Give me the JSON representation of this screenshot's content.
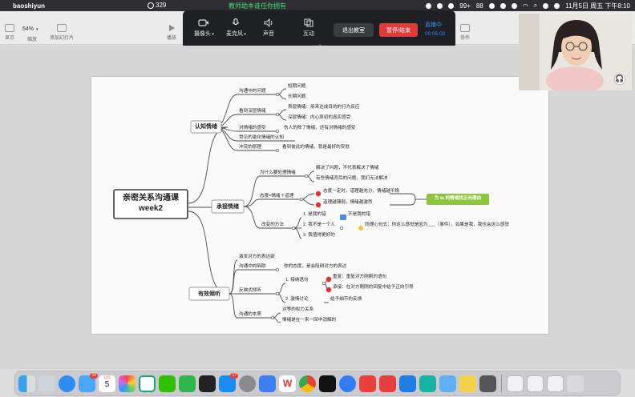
{
  "menubar": {
    "app_name": "baoshiyun",
    "stat_count": "329",
    "meeting_title": "教师助本谁任你拥有",
    "battery_label": "88",
    "notif_count": "99+",
    "datetime": "11月5日 周五 下午8:10"
  },
  "toolbar": {
    "zoom_value": "54%",
    "items": [
      {
        "label": "显示"
      },
      {
        "label": "缩放"
      },
      {
        "label": "添加幻灯片"
      },
      {
        "label": "播放"
      },
      {
        "label": "协作"
      }
    ]
  },
  "meeting": {
    "camera_label": "摄像头",
    "mic_label": "麦克风",
    "sound_label": "声音",
    "interact_label": "互动",
    "exit_label": "退出教室",
    "stop_label": "暂停/结束",
    "live_status": "直播中",
    "live_timer": "00:05:02"
  },
  "mindmap": {
    "root_line1": "亲密关系沟通课",
    "root_line2": "week2",
    "b1": "认知情绪",
    "b1_c1": "沟通中的问题",
    "b1_c1_a": "短期问题",
    "b1_c1_b": "长期问题",
    "b1_c2": "看到深层情绪",
    "b1_c2_a": "表层情绪：用来达成目的的行为反应",
    "b1_c2_b": "深层情绪：内心原初的真实感受",
    "b1_c3": "对情绪的感受",
    "b1_c3_a": "伤人的除了情绪，还有对情绪的感受",
    "b1_c4": "常见的激化情绪的认知",
    "b1_c5": "冲突的原理",
    "b1_c5_a": "看到彼此的情绪，就是最好的安慰",
    "b2": "承接情绪",
    "b2_c1": "为什么要处理情绪",
    "b2_c1_a": "解决了问题，不代表解决了情绪",
    "b2_c1_b": "有些情绪背后的问题，我们无法解决",
    "b2_c2": "态度=情绪＋道理",
    "b2_c2_a": "态度一定时，道理越充分，情绪越平稳",
    "b2_c2_b": "道理越薄弱，情绪越激烈",
    "b2_c2_note": "为 ta 的情绪找正向理由",
    "b2_c3": "改变的方法",
    "b2_c3_a": "1. 是我的错",
    "b2_c3_a2": "不是我的错",
    "b2_c3_b": "2. 我不是一个人",
    "b2_c3_b2": "同理心句式：你这么感觉是因为___（事件），如果是我，我也会这么感觉",
    "b2_c3_c": "3. 我值得更好的",
    "b3": "有效倾听",
    "b3_c1": "激发对方的表达欲",
    "b3_c2": "沟通中的陷阱",
    "b3_c2_a": "你的态度，是会阻碍对方的表达",
    "b3_c3": "反映式倾听",
    "b3_c3_a": "1. 接纳语句",
    "b3_c3_a1": "重复：重复对方刚刚的语句",
    "b3_c3_a2": "承接：在对方刚刚的回复中给予正向引导",
    "b3_c3_b": "2. 激情讨论",
    "b3_c3_b1": "给予细节的反馈",
    "b3_c4": "沟通的本质",
    "b3_c4_a": "对等的权力关系",
    "b3_c4_b": "情绪是在一来一回中消解的"
  },
  "colors": {
    "line": "#4a4a4a",
    "note_fill": "#8cc63f",
    "warn": "#e03030",
    "stop_btn": "#e23a3a",
    "live_blue": "#3f8cff"
  },
  "dock": {
    "calendar_month": "11月",
    "calendar_day": "5",
    "mail_badge": "30",
    "appstore_badge": "17"
  }
}
